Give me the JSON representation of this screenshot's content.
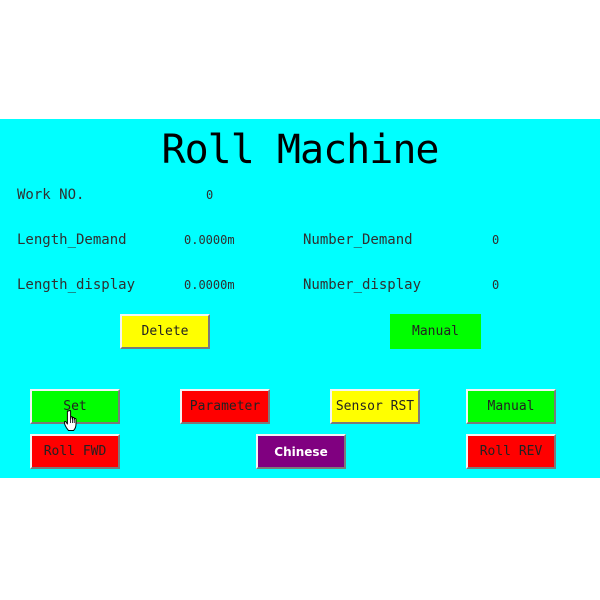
{
  "title": "Roll Machine",
  "colors": {
    "panel_bg": "#00ffff",
    "red": "#ff0000",
    "green": "#00ff00",
    "yellow": "#ffff00",
    "purple": "#800080"
  },
  "fields": {
    "work_no": {
      "label": "Work NO.",
      "value": "0"
    },
    "length_demand": {
      "label": "Length_Demand",
      "value": "0.0000m"
    },
    "number_demand": {
      "label": "Number_Demand",
      "value": "0"
    },
    "length_display": {
      "label": "Length_display",
      "value": "0.0000m"
    },
    "number_display": {
      "label": "Number_display",
      "value": "0"
    }
  },
  "buttons": {
    "delete": "Delete",
    "manual_top": "Manual",
    "set": "Set",
    "parameter": "Parameter",
    "sensor_rst": "Sensor RST",
    "manual_bottom": "Manual",
    "roll_fwd": "Roll FWD",
    "chinese": "Chinese",
    "roll_rev": "Roll REV"
  },
  "cursor_icon": "hand-pointer-icon"
}
